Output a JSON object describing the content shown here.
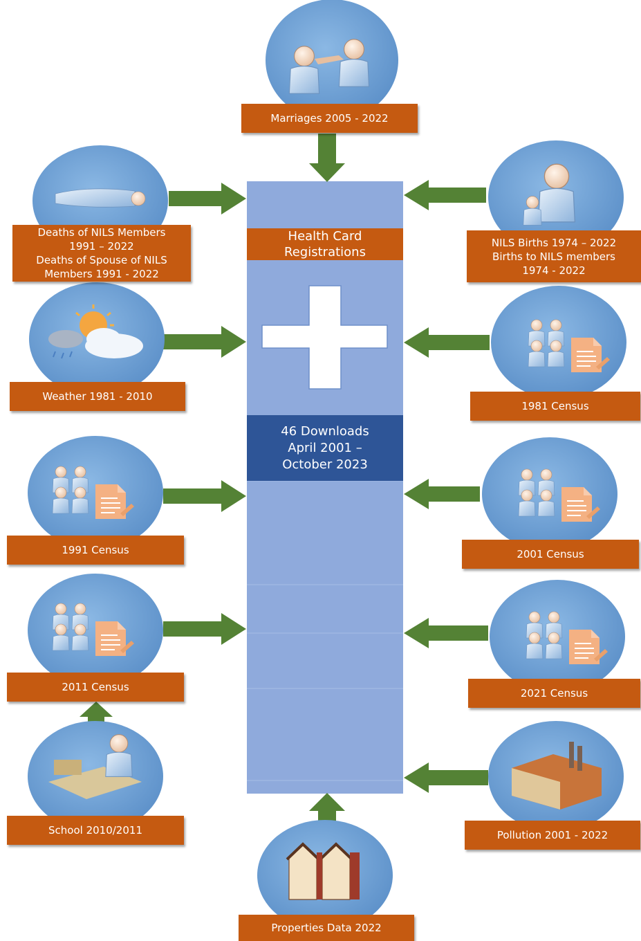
{
  "center": {
    "title_line1": "Health Card",
    "title_line2": "Registrations",
    "downloads_line1": "46 Downloads",
    "downloads_line2": "April 2001 –",
    "downloads_line3": "October 2023"
  },
  "sources": {
    "marriages": "Marriages 2005 - 2022",
    "deaths_line1": "Deaths of NILS Members",
    "deaths_line2": "1991 – 2022",
    "deaths_line3": "Deaths of Spouse of NILS",
    "deaths_line4": "Members 1991 - 2022",
    "births_line1": "NILS Births 1974 – 2022",
    "births_line2": "Births to NILS members",
    "births_line3": "1974 - 2022",
    "weather": "Weather 1981 - 2010",
    "census_1981": "1981 Census",
    "census_1991": "1991 Census",
    "census_2001": "2001 Census",
    "census_2011": "2011 Census",
    "census_2021": "2021 Census",
    "school": "School 2010/2011",
    "pollution": "Pollution 2001 - 2022",
    "properties": "Properties Data 2022"
  },
  "colors": {
    "label_bg": "#c55a11",
    "column_bg": "#8faadc",
    "downloads_bg": "#2e5597",
    "circle_bg": "#6c9fd4",
    "arrow": "#548235"
  },
  "icons": {
    "marriages": "handshake-people-icon",
    "deaths": "lying-person-icon",
    "births": "parent-child-icon",
    "weather": "sun-cloud-rain-icon",
    "census": "people-document-icon",
    "school": "person-at-desk-icon",
    "pollution": "factory-icon",
    "properties": "houses-icon",
    "center": "medical-cross-icon"
  }
}
